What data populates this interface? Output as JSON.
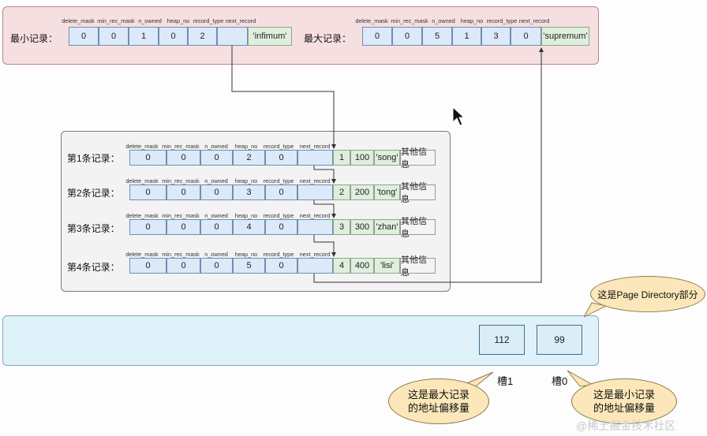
{
  "headers_top": [
    "delete_mask",
    "min_rec_mask",
    "n_owned",
    "heap_no",
    "record_type",
    "next_record"
  ],
  "headers_mid": [
    "delete_mask",
    "min_rec_mask",
    "n_owned",
    "heap_no",
    "record_type",
    "next_record"
  ],
  "infimum": {
    "label": "最小记录：",
    "values": [
      "0",
      "0",
      "1",
      "0",
      "2",
      ""
    ],
    "tag": "'infimum'"
  },
  "supremum": {
    "label": "最大记录：",
    "values": [
      "0",
      "0",
      "5",
      "1",
      "3",
      "0"
    ],
    "tag": "'supremum'"
  },
  "records": [
    {
      "label": "第1条记录：",
      "values": [
        "0",
        "0",
        "0",
        "2",
        "0",
        ""
      ],
      "id": "1",
      "num": "100",
      "name": "'song'",
      "other": "其他信息"
    },
    {
      "label": "第2条记录：",
      "values": [
        "0",
        "0",
        "0",
        "3",
        "0",
        ""
      ],
      "id": "2",
      "num": "200",
      "name": "'tong'",
      "other": "其他信息"
    },
    {
      "label": "第3条记录：",
      "values": [
        "0",
        "0",
        "0",
        "4",
        "0",
        ""
      ],
      "id": "3",
      "num": "300",
      "name": "'zhan'",
      "other": "其他信息"
    },
    {
      "label": "第4条记录：",
      "values": [
        "0",
        "0",
        "0",
        "5",
        "0",
        ""
      ],
      "id": "4",
      "num": "400",
      "name": "'lisi'",
      "other": "其他信息"
    }
  ],
  "directory": {
    "callout": "这是Page Directory部分",
    "slots": [
      {
        "value": "112",
        "label": "槽1"
      },
      {
        "value": "99",
        "label": "槽0"
      }
    ]
  },
  "bubbles": {
    "max": "这是最大记录\n的地址偏移量",
    "min": "这是最小记录\n的地址偏移量"
  },
  "watermark": "@稀土掘金技术社区"
}
